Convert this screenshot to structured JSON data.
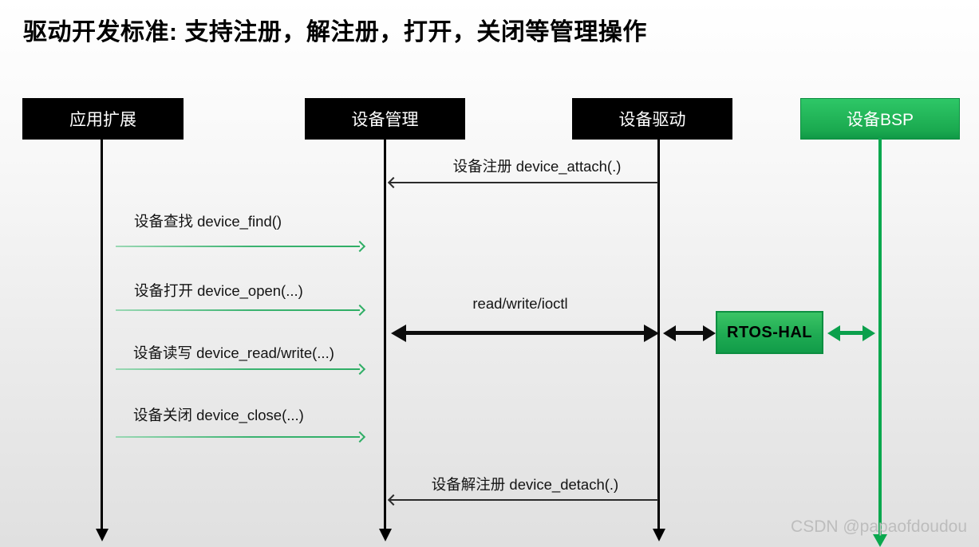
{
  "title": "驱动开发标准: 支持注册，解注册，打开，关闭等管理操作",
  "actors": [
    {
      "id": "app",
      "label": "应用扩展",
      "color": "#000000"
    },
    {
      "id": "mgr",
      "label": "设备管理",
      "color": "#000000"
    },
    {
      "id": "drv",
      "label": "设备驱动",
      "color": "#000000"
    },
    {
      "id": "bsp",
      "label": "设备BSP",
      "color": "#1aa94f"
    }
  ],
  "messages": {
    "attach": {
      "label": "设备注册 device_attach(.)",
      "from": "设备驱动",
      "to": "设备管理",
      "style": "thin-black-left"
    },
    "find": {
      "label": "设备查找 device_find()",
      "from": "应用扩展",
      "to": "设备管理",
      "style": "thin-green-right"
    },
    "open": {
      "label": "设备打开 device_open(...)",
      "from": "应用扩展",
      "to": "设备管理",
      "style": "thin-green-right"
    },
    "rw": {
      "label": "read/write/ioctl",
      "from": "设备管理",
      "to": "设备驱动",
      "style": "thick-black-double"
    },
    "readwrite": {
      "label": "设备读写 device_read/write(...)",
      "from": "应用扩展",
      "to": "设备管理",
      "style": "thin-green-right"
    },
    "close": {
      "label": "设备关闭 device_close(...)",
      "from": "应用扩展",
      "to": "设备管理",
      "style": "thin-green-right"
    },
    "detach": {
      "label": "设备解注册 device_detach(.)",
      "from": "设备驱动",
      "to": "设备管理",
      "style": "thin-black-left"
    }
  },
  "hal": {
    "label": "RTOS-HAL"
  },
  "watermark": "CSDN @papaofdoudou",
  "colors": {
    "actor_black": "#000000",
    "actor_green": "#1aa94f",
    "lifeline_green": "#0aa84e",
    "thin_arrow_green": "#3cb371",
    "thin_arrow_black": "#2b2b2b",
    "thick_arrow_black": "#0d0d0d",
    "thick_arrow_green": "#0ba04c",
    "hal_box_green": "#1fab53",
    "watermark_gray": "#bdbdbd"
  }
}
